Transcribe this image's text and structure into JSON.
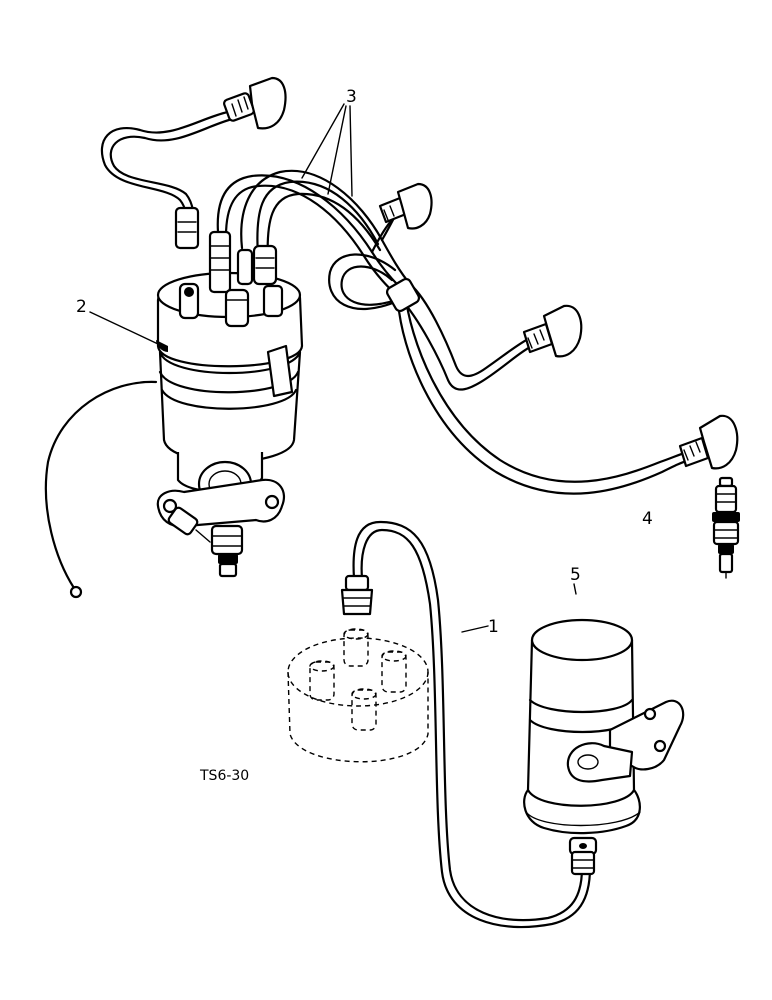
{
  "callouts": {
    "distributor_cap_wire": "1",
    "distributor": "2",
    "plug_wires": "3",
    "spark_plug": "4",
    "ignition_coil": "5"
  },
  "figure_code": "TS6-30",
  "ink_color": "#000000",
  "paper_color": "#ffffff"
}
